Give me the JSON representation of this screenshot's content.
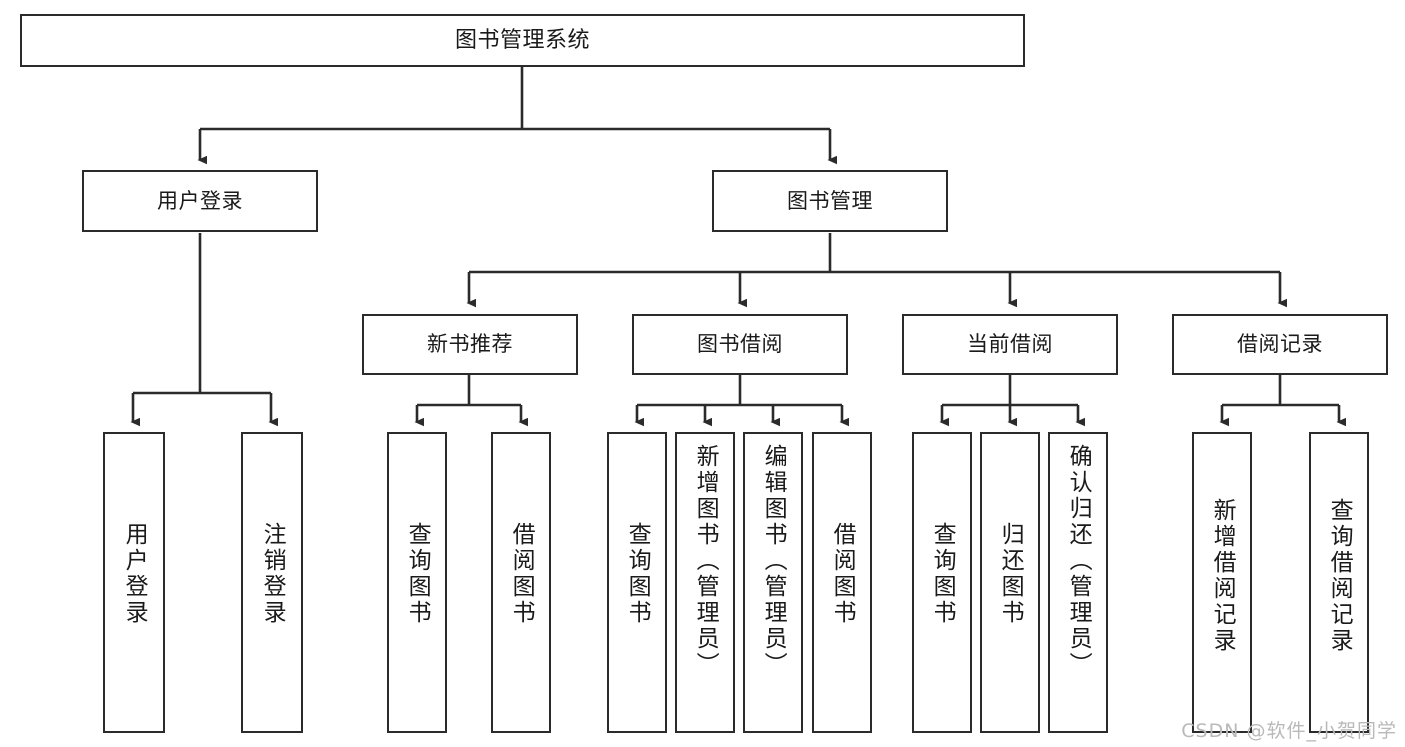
{
  "diagram": {
    "title": "图书管理系统",
    "type": "hierarchy-tree",
    "watermark": "CSDN @软件_小贺同学",
    "levels": {
      "root": {
        "label": "图书管理系统"
      },
      "level2": [
        {
          "id": "user-login",
          "label": "用户登录"
        },
        {
          "id": "book-management",
          "label": "图书管理"
        }
      ],
      "level3": [
        {
          "id": "new-book-recommend",
          "label": "新书推荐",
          "parent": "book-management"
        },
        {
          "id": "book-borrow",
          "label": "图书借阅",
          "parent": "book-management"
        },
        {
          "id": "current-borrow",
          "label": "当前借阅",
          "parent": "book-management"
        },
        {
          "id": "borrow-record",
          "label": "借阅记录",
          "parent": "book-management"
        }
      ],
      "leaves": [
        {
          "id": "leaf-user-login",
          "label": "用户登录",
          "parent": "user-login"
        },
        {
          "id": "leaf-logout-login",
          "label": "注销登录",
          "parent": "user-login"
        },
        {
          "id": "leaf-query-book-a",
          "label": "查询图书",
          "parent": "new-book-recommend"
        },
        {
          "id": "leaf-borrow-book-a",
          "label": "借阅图书",
          "parent": "new-book-recommend"
        },
        {
          "id": "leaf-query-book-b",
          "label": "查询图书",
          "parent": "book-borrow"
        },
        {
          "id": "leaf-add-book",
          "label": "新增图书（管理员）",
          "parent": "book-borrow"
        },
        {
          "id": "leaf-edit-book",
          "label": "编辑图书（管理员）",
          "parent": "book-borrow"
        },
        {
          "id": "leaf-borrow-book-b",
          "label": "借阅图书",
          "parent": "book-borrow"
        },
        {
          "id": "leaf-query-book-c",
          "label": "查询图书",
          "parent": "current-borrow"
        },
        {
          "id": "leaf-return-book",
          "label": "归还图书",
          "parent": "current-borrow"
        },
        {
          "id": "leaf-confirm-return",
          "label": "确认归还（管理员）",
          "parent": "current-borrow"
        },
        {
          "id": "leaf-add-record",
          "label": "新增借阅记录",
          "parent": "borrow-record"
        },
        {
          "id": "leaf-query-record",
          "label": "查询借阅记录",
          "parent": "borrow-record"
        }
      ]
    },
    "colors": {
      "stroke": "#2b2b2b",
      "fill": "#ffffff",
      "text": "#1a1a1a",
      "watermark": "#b9b9b9"
    }
  }
}
